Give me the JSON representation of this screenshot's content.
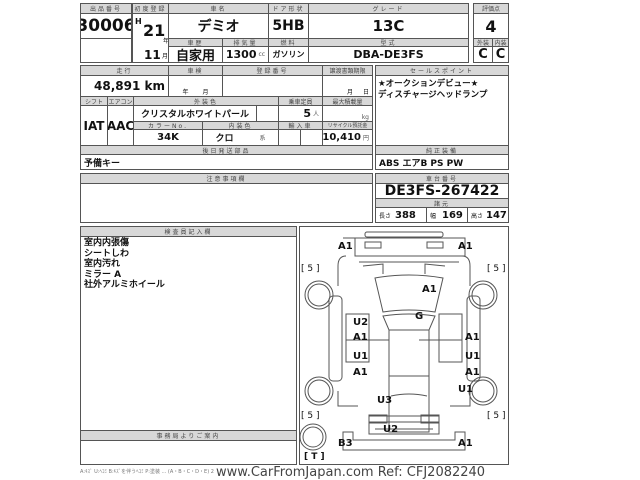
{
  "headers": {
    "lot": "出品番号",
    "first_reg": "初度登録",
    "car_name": "車名",
    "door": "ドア形状",
    "grade": "グレード",
    "score": "評価点",
    "history": "車歴",
    "displacement": "排気量",
    "fuel": "燃料",
    "model": "型式",
    "exterior": "外装",
    "interior": "内装",
    "mileage": "走行",
    "inspection": "車検",
    "reg_no": "登録番号",
    "doc_deadline": "譲渡書類期限",
    "sales_point": "セールスポイント",
    "shift": "シフト",
    "ac": "エアコン",
    "ext_color": "外装色",
    "capacity": "乗車定員",
    "max_load": "最大積載量",
    "color_no": "カラーNo.",
    "int_color": "内装色",
    "import": "輸入車",
    "recycle": "リサイクル預託金",
    "parts": "後日発送部品",
    "equipment": "純正装備",
    "notes": "注意事項欄",
    "chassis": "車台番号",
    "specs": "諸元",
    "length": "長さ",
    "width": "幅",
    "height": "高さ",
    "inspector": "検査員記入欄",
    "office": "事務局よりご案内"
  },
  "vehicle": {
    "lot": "30006",
    "era": "H",
    "year": "21",
    "year_unit": "年",
    "month": "11",
    "month_unit": "月",
    "name": "デミオ",
    "door": "5HB",
    "grade": "13C",
    "score": "4",
    "history": "自家用",
    "displacement": "1300",
    "cc": "cc",
    "fuel": "ガソリン",
    "model": "DBA-DE3FS",
    "exterior": "C",
    "interior": "C",
    "mileage": "48,891 km",
    "insp_year": "年",
    "insp_month": "月",
    "deadline_month": "月",
    "deadline_day": "日",
    "shift": "IAT",
    "ac": "AAC",
    "ext_color": "クリスタルホワイトパール",
    "capacity": "5",
    "capacity_unit": "人",
    "load_unit": "kg",
    "color_no": "34K",
    "int_color": "クロ",
    "int_suffix": "系",
    "recycle": "10,410",
    "yen": "円",
    "parts": "予備キー",
    "equipment": "ABS エアB PS PW",
    "chassis": "DE3FS-267422",
    "length": "388",
    "width": "169",
    "height": "147"
  },
  "sales_points": [
    "★オークションデビュー★",
    "ディスチャージヘッドランプ"
  ],
  "inspector_notes": [
    "室内内張傷",
    "シートしわ",
    "室内汚れ",
    "ミラー A",
    "社外アルミホイール"
  ],
  "diagram": {
    "marks": [
      "A1",
      "A1",
      "A1",
      "G",
      "U2",
      "A1",
      "A1",
      "U1",
      "A1",
      "U1",
      "A1",
      "U1",
      "U3",
      "U2",
      "B3",
      "A1"
    ],
    "tires": [
      "[ 5 ]",
      "[ 5 ]",
      "[ 5 ]",
      "[ 5 ]"
    ],
    "spare": "[ T ]"
  },
  "footer": {
    "legend": "A:ｷｽﾞ U:ﾍｺﾐ B:ｷｽﾞを伴うﾍｺﾐ P:塗装 ... (A・B・C・D・E) 2",
    "watermark": "www.CarFromJapan.com Ref: CFJ2082240"
  }
}
